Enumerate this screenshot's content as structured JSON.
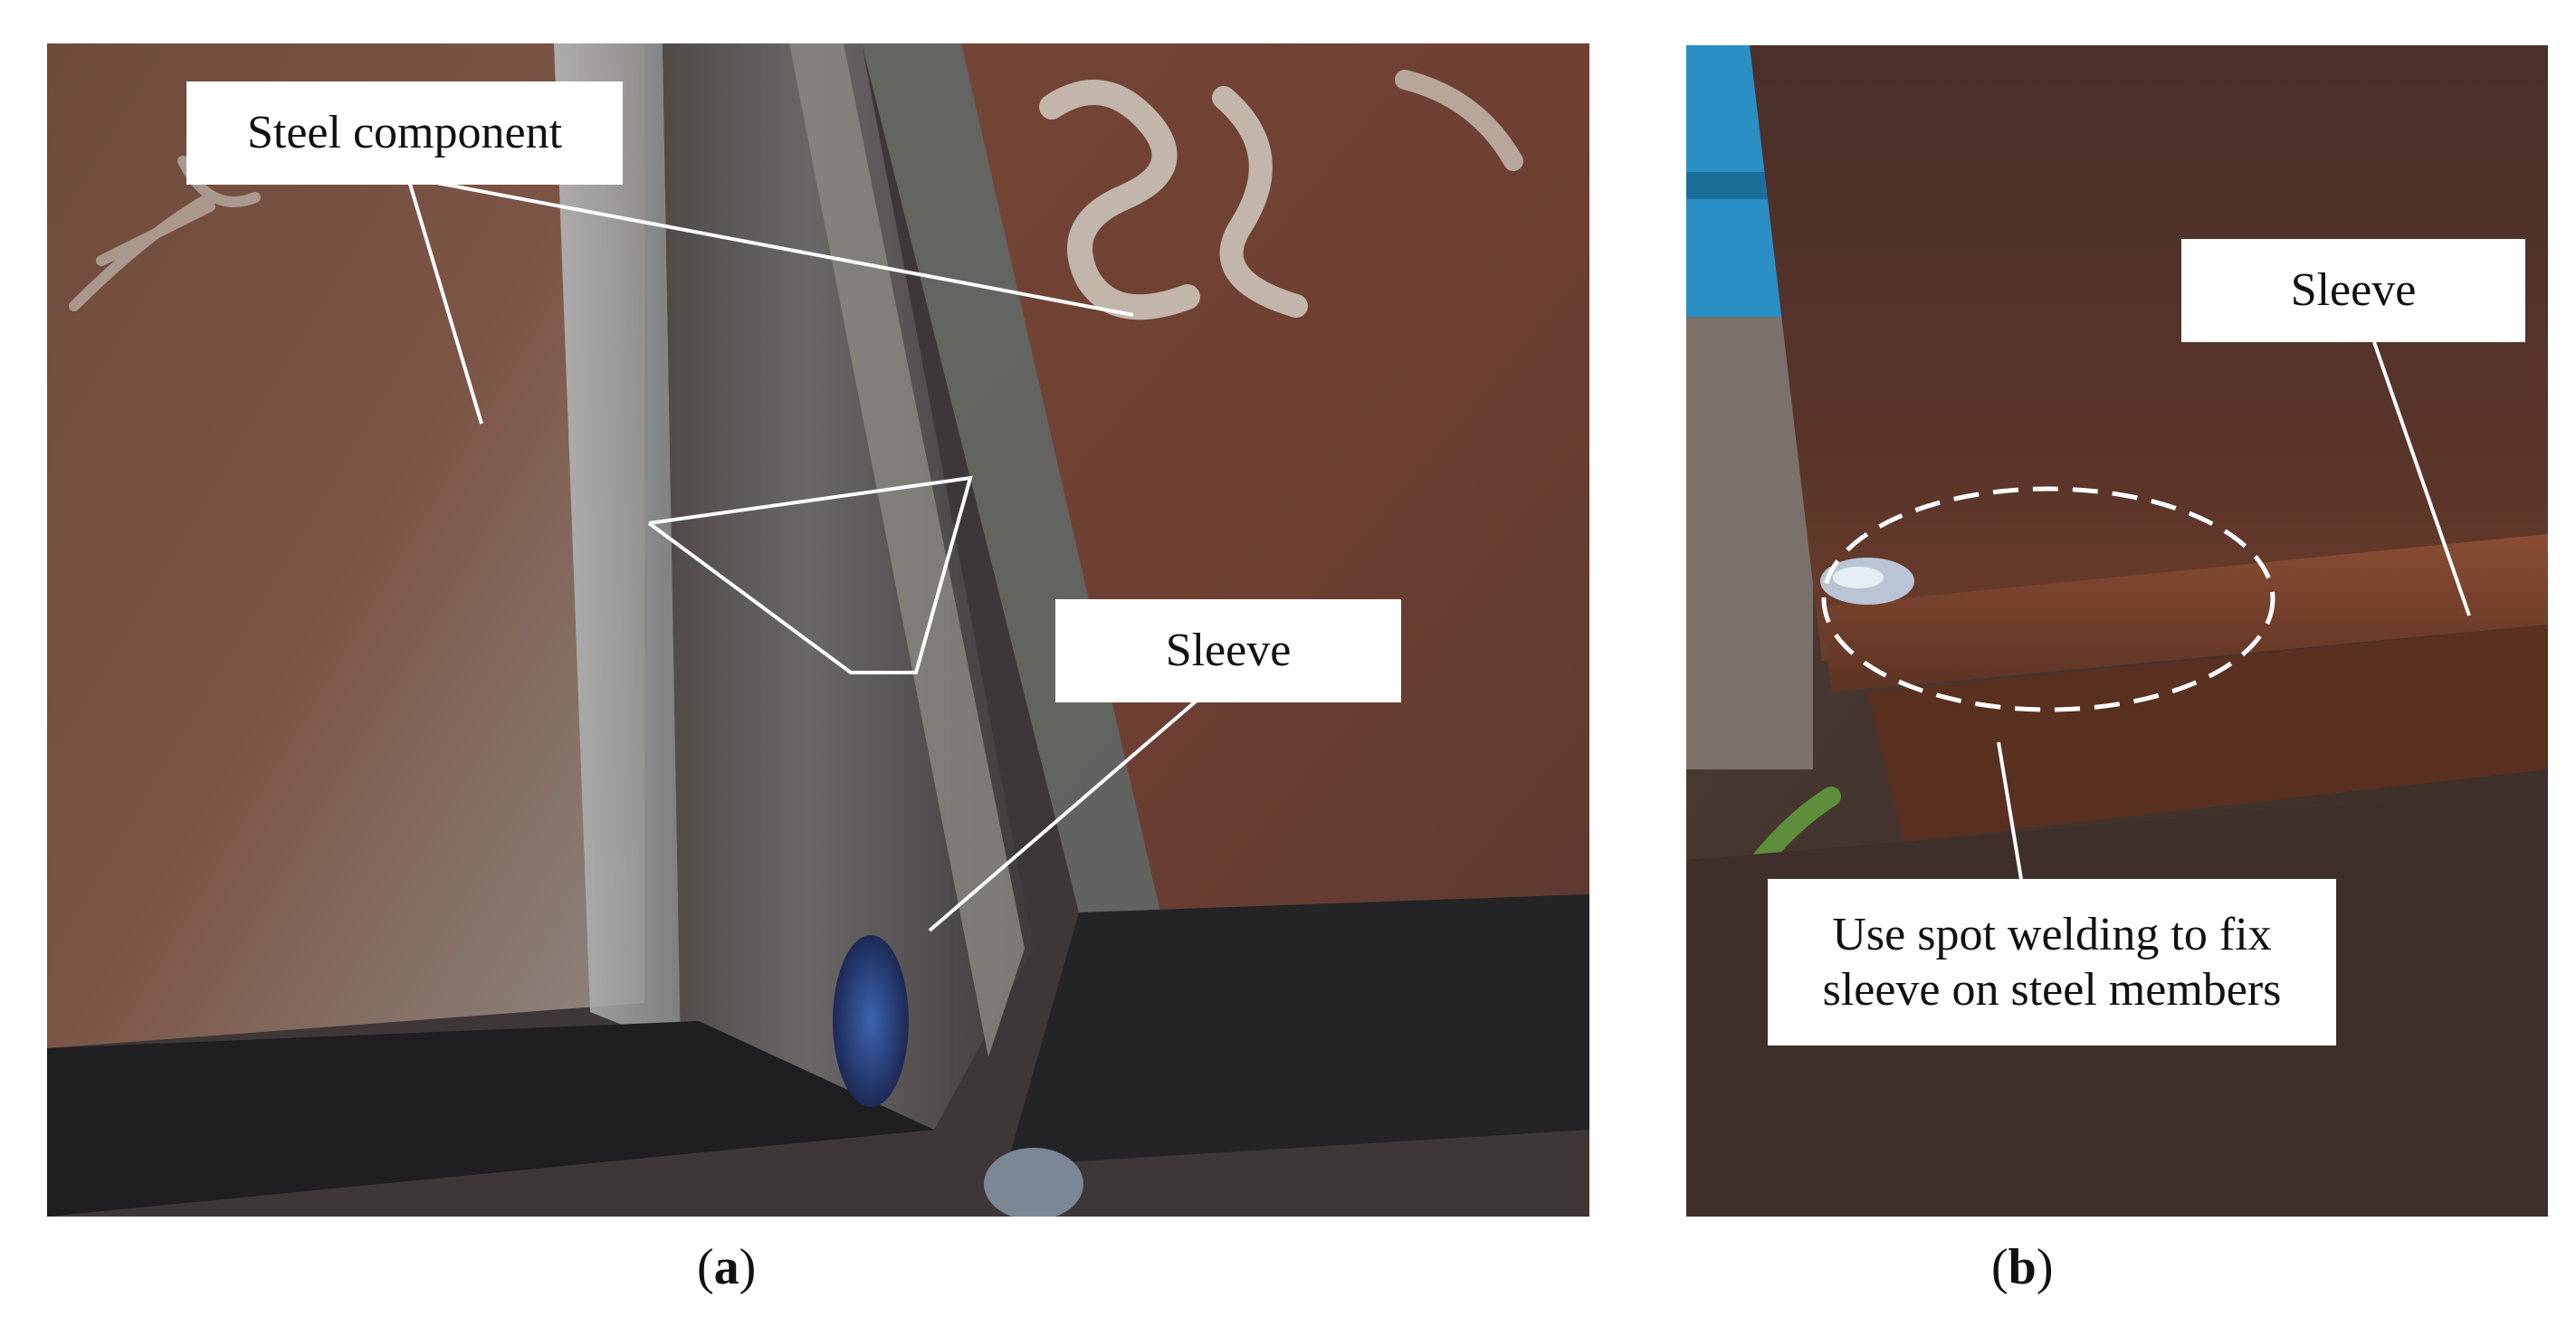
{
  "figure": {
    "panel_a": {
      "caption_letter": "a",
      "callouts": {
        "steel_component": "Steel component",
        "sleeve": "Sleeve"
      }
    },
    "panel_b": {
      "caption_letter": "b",
      "callouts": {
        "sleeve": "Sleeve",
        "spot_welding": "Use spot welding to fix sleeve on steel members"
      }
    }
  },
  "colors": {
    "rust": "#7a4a36",
    "steel_edge": "#9da3a6",
    "dark_steel": "#2a2a2c",
    "weld_blue": "#2c4a8a",
    "workshop_blue": "#2a8fc4",
    "annotation": "#ffffff"
  }
}
